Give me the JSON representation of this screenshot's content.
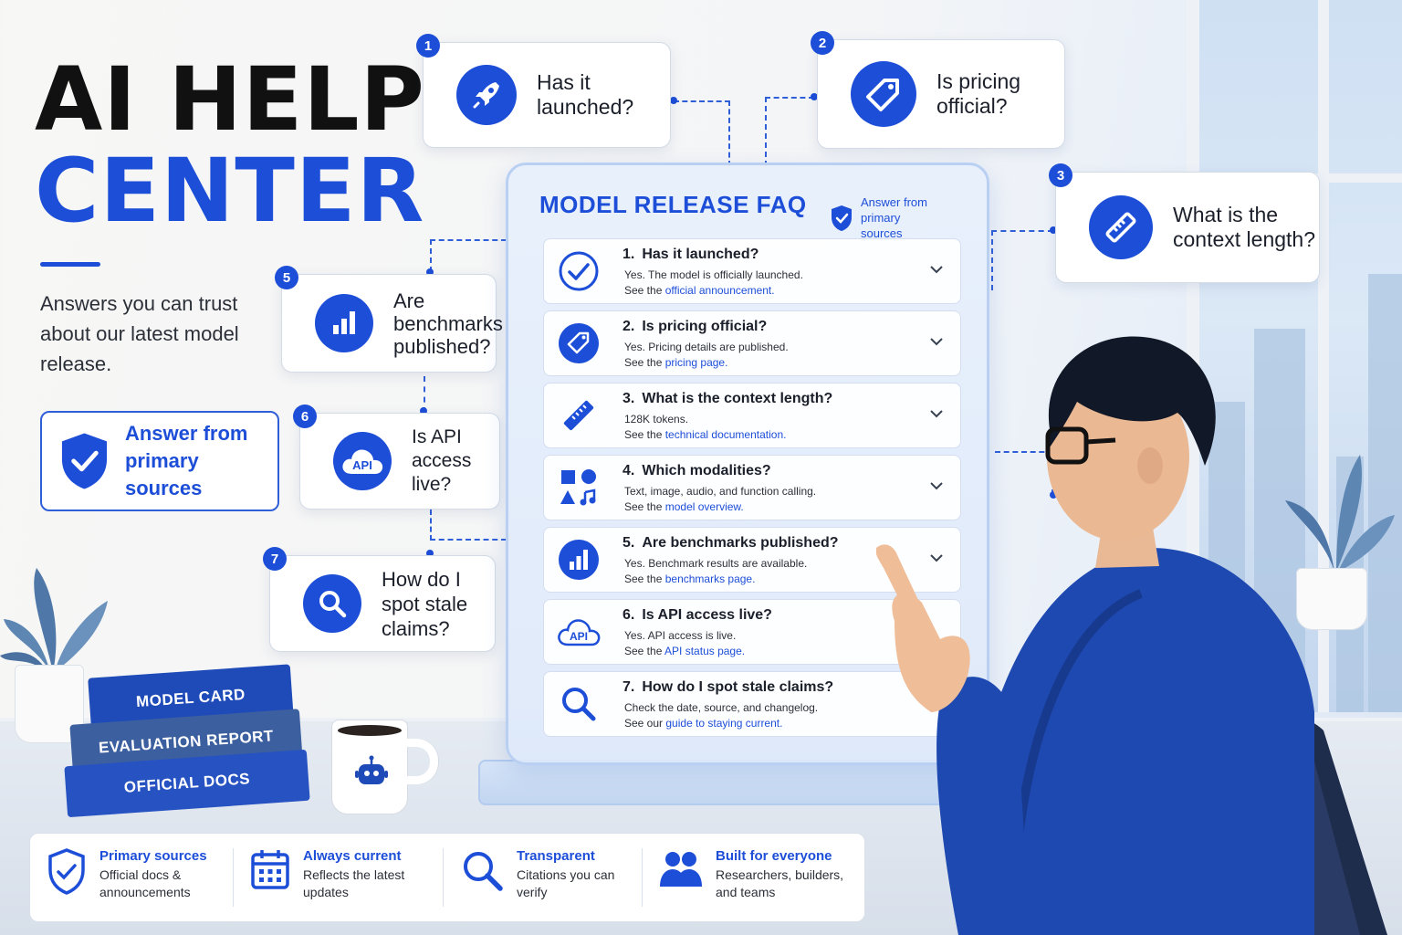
{
  "hero": {
    "title_line1": "AI HELP",
    "title_line2": "CENTER",
    "subtitle": "Answers you can trust about our latest model release.",
    "trust_badge": "Answer from primary sources"
  },
  "callouts": [
    {
      "num": "1",
      "text": "Has it launched?",
      "icon": "rocket-icon"
    },
    {
      "num": "2",
      "text": "Is pricing official?",
      "icon": "price-tag-icon"
    },
    {
      "num": "3",
      "text": "What is the context length?",
      "icon": "ruler-icon"
    },
    {
      "num": "5",
      "text": "Are benchmarks published?",
      "icon": "bar-chart-icon"
    },
    {
      "num": "6",
      "text": "Is API access live?",
      "icon": "api-cloud-icon",
      "icon_label": "API"
    },
    {
      "num": "7",
      "text": "How do I spot stale claims?",
      "icon": "magnifier-icon"
    }
  ],
  "panel": {
    "title": "MODEL RELEASE FAQ",
    "badge": "Answer from primary sources",
    "api_icon_label": "API",
    "items": [
      {
        "num": "1.",
        "question": "Has it launched?",
        "answer": "Yes. The model is officially launched.",
        "see": "See the",
        "link": "official announcement.",
        "icon": "check-circle-icon"
      },
      {
        "num": "2.",
        "question": "Is pricing official?",
        "answer": "Yes. Pricing details are published.",
        "see": "See the",
        "link": "pricing page.",
        "icon": "price-tag-icon"
      },
      {
        "num": "3.",
        "question": "What is the context length?",
        "answer": "128K tokens.",
        "see": "See the",
        "link": "technical documentation.",
        "icon": "ruler-icon"
      },
      {
        "num": "4.",
        "question": "Which modalities?",
        "answer": "Text, image, audio, and function calling.",
        "see": "See the",
        "link": "model overview.",
        "icon": "shapes-music-icon"
      },
      {
        "num": "5.",
        "question": "Are benchmarks published?",
        "answer": "Yes. Benchmark results are available.",
        "see": "See the",
        "link": "benchmarks page.",
        "icon": "bar-chart-icon"
      },
      {
        "num": "6.",
        "question": "Is API access live?",
        "answer": "Yes. API access is live.",
        "see": "See the",
        "link": "API status page.",
        "icon": "api-cloud-icon"
      },
      {
        "num": "7.",
        "question": "How do I spot stale claims?",
        "answer": "Check the date, source, and changelog.",
        "see": "See our",
        "link": "guide to staying current.",
        "icon": "magnifier-icon"
      }
    ]
  },
  "books": [
    "MODEL CARD",
    "EVALUATION REPORT",
    "OFFICIAL DOCS"
  ],
  "footer": [
    {
      "title": "Primary sources",
      "desc": "Official docs & announcements",
      "icon": "shield-check-icon"
    },
    {
      "title": "Always current",
      "desc": "Reflects the latest updates",
      "icon": "calendar-icon"
    },
    {
      "title": "Transparent",
      "desc": "Citations you can verify",
      "icon": "magnifier-icon"
    },
    {
      "title": "Built for everyone",
      "desc": "Researchers, builders, and teams",
      "icon": "people-icon"
    }
  ],
  "colors": {
    "accent": "#1d4ed8",
    "panel_border": "#b9d0f2",
    "text": "#1b1f2a"
  }
}
